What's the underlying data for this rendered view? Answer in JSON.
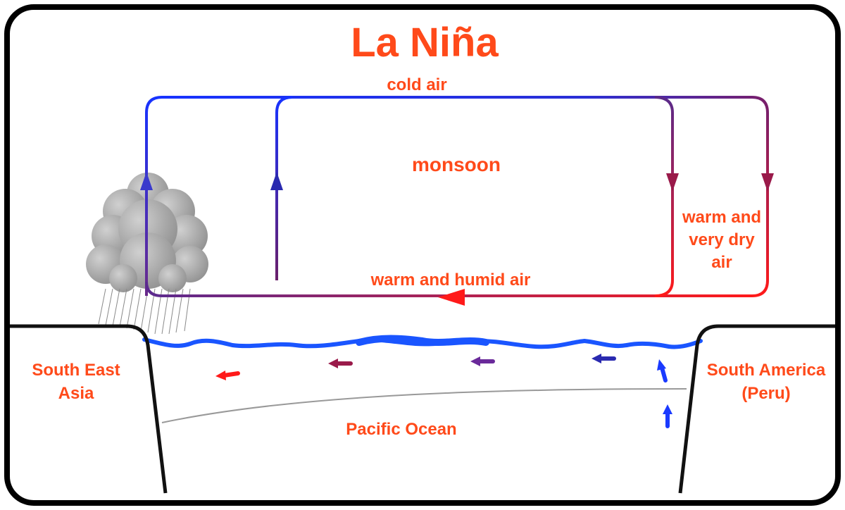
{
  "diagram": {
    "title": "La Niña",
    "labels": {
      "cold_air": "cold air",
      "monsoon": "monsoon",
      "warm_dry_line1": "warm and",
      "warm_dry_line2": "very dry",
      "warm_dry_line3": "air",
      "warm_humid": "warm and humid air",
      "south_east_asia_line1": "South East",
      "south_east_asia_line2": "Asia",
      "south_america_line1": "South America",
      "south_america_line2": "(Peru)",
      "pacific_ocean": "Pacific Ocean"
    },
    "colors": {
      "text": "#ff4a1a",
      "cold": "#1733ff",
      "warm": "#ff1a1a",
      "mid": "#7a1f8f",
      "water": "#1a55ff",
      "land_outline": "#111111",
      "cloud": "#9a9a9a"
    }
  }
}
